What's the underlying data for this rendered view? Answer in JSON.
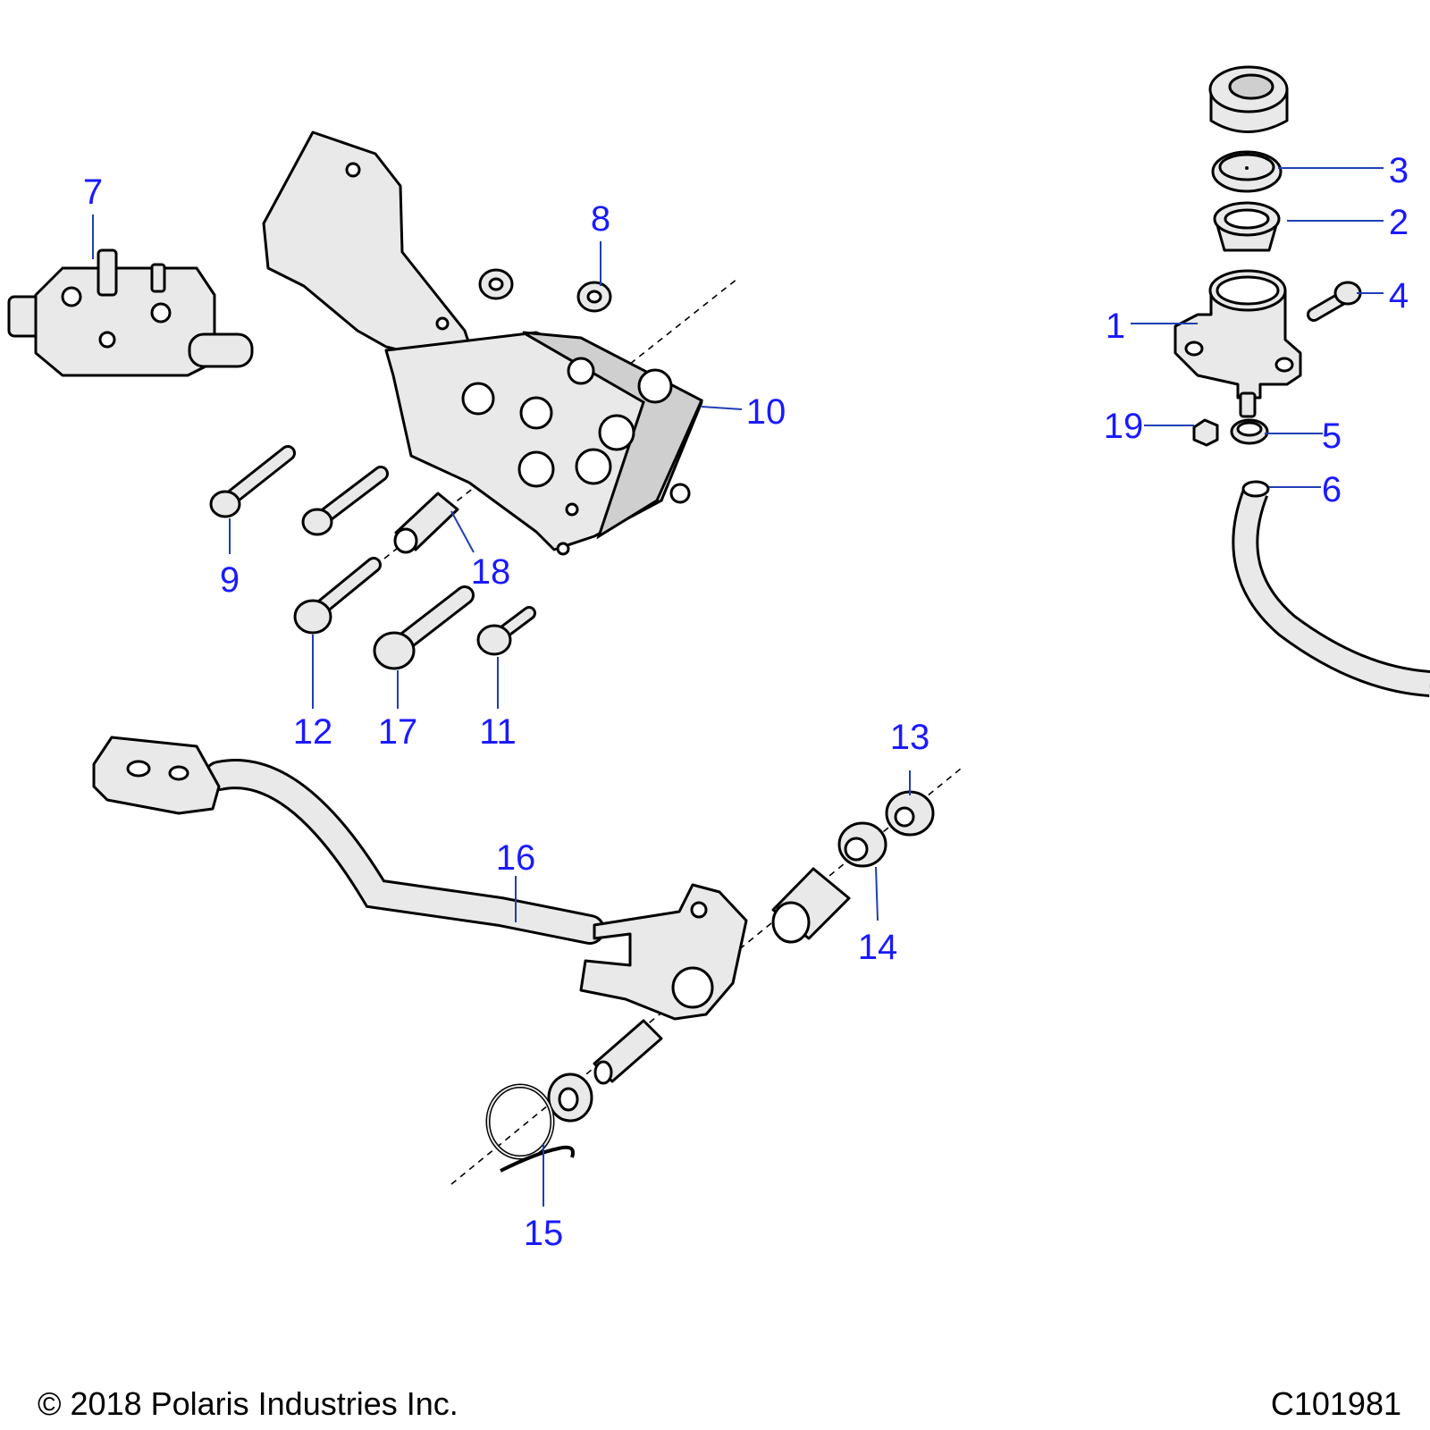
{
  "callouts": {
    "c1": "1",
    "c2": "2",
    "c3": "3",
    "c4": "4",
    "c5": "5",
    "c6": "6",
    "c7": "7",
    "c8": "8",
    "c9": "9",
    "c10": "10",
    "c11": "11",
    "c12": "12",
    "c13": "13",
    "c14": "14",
    "c15": "15",
    "c16": "16",
    "c17": "17",
    "c18": "18",
    "c19": "19"
  },
  "footer": {
    "copyright": "© 2018 Polaris Industries Inc.",
    "figure_id": "C101981"
  },
  "colors": {
    "callout": "#1a1aff",
    "leader": "#1f3fb3",
    "part_fill": "#e9e9e9",
    "outline": "#000000"
  }
}
